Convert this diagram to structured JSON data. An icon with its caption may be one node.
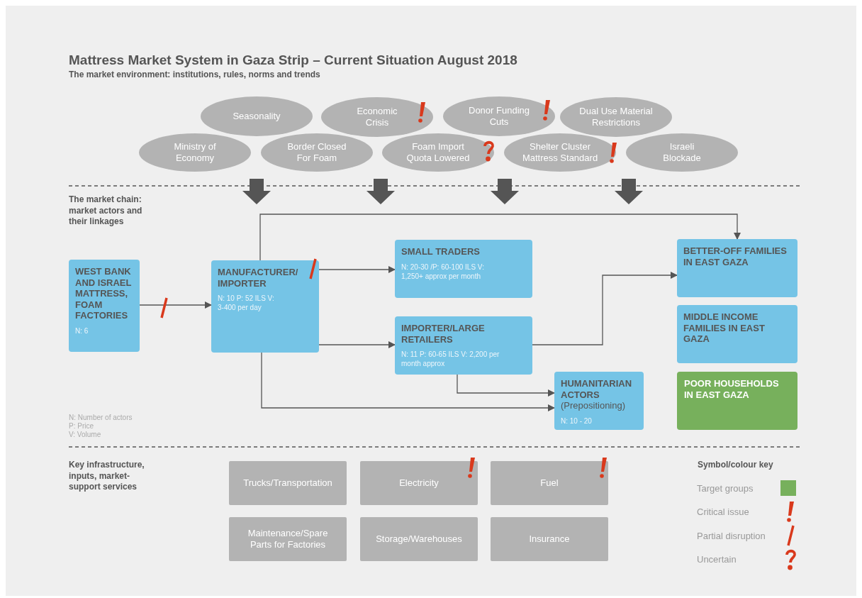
{
  "diagram": {
    "title": "Mattress Market System in Gaza Strip – Current Situation August 2018",
    "nodes": [
      {
        "text": [
          "Seasonality"
        ]
      },
      {
        "text": [
          "Economic Crisis"
        ]
      },
      {
        "text": [
          "Donor Funding Cuts"
        ]
      },
      {
        "text": [
          "Dual Use Material Restrictions"
        ]
      },
      {
        "text": [
          "Ministry of Economy"
        ]
      },
      {
        "text": [
          "Border Closed For Foam"
        ]
      },
      {
        "text": [
          "Foam Import Quota Lowered"
        ]
      },
      {
        "text": [
          "Shelter Cluster Mattress Standard"
        ]
      },
      {
        "text": [
          "Israeli Blockade"
        ]
      },
      {
        "text": [
          "WEST BANK AND ISRAEL MATTRESS, FOAM FACTORIES",
          "N: 6"
        ]
      },
      {
        "text": [
          "MANUFACTURER/ IMPORTER",
          "N: 10 P: 52 ILS V: 3-400 per day"
        ]
      },
      {
        "text": [
          "SMALL TRADERS",
          "N: 20-30 /P: 60-100 ILS V: 1,250+ approx per month"
        ]
      },
      {
        "text": [
          "IMPORTER/LARGE RETAILERS",
          "N: 11 P: 60-65 ILS V: 2,200 per month approx"
        ]
      },
      {
        "text": [
          "HUMANITARIAN ACTORS",
          "(Prepositioning)",
          "N: 10 - 20"
        ]
      },
      {
        "text": [
          "BETTER-OFF FAMILIES IN EAST GAZA"
        ]
      },
      {
        "text": [
          "MIDDLE INCOME FAMILIES IN EAST GAZA"
        ]
      },
      {
        "text": [
          "POOR HOUSEHOLDS IN EAST GAZA"
        ]
      },
      {
        "text": [
          "Trucks/Transportation"
        ]
      },
      {
        "text": [
          "Electricity"
        ]
      },
      {
        "text": [
          "Fuel"
        ]
      },
      {
        "text": [
          "Maintenance/Spare Parts for Factories"
        ]
      },
      {
        "text": [
          "Storage/Warehouses"
        ]
      },
      {
        "text": [
          "Insurance"
        ]
      }
    ],
    "edges": [
      {
        "from": 9,
        "to": 10,
        "arrow": "to"
      },
      {
        "from": 10,
        "to": 11,
        "arrow": "to"
      },
      {
        "from": 10,
        "to": 12,
        "arrow": "to"
      },
      {
        "from": 10,
        "to": 14,
        "arrow": "to"
      },
      {
        "from": 10,
        "to": 13,
        "arrow": "to"
      },
      {
        "from": 12,
        "to": 14,
        "arrow": "to"
      },
      {
        "from": 12,
        "to": 13,
        "arrow": "to"
      },
      {
        "from": 5,
        "to": null,
        "arrow": "to"
      },
      {
        "from": 6,
        "to": null,
        "arrow": "to"
      },
      {
        "from": 7,
        "to": null,
        "arrow": "to"
      },
      {
        "from": 8,
        "to": null,
        "arrow": "to"
      }
    ],
    "labels": [
      "The market environment: institutions, rules, norms and trends",
      "The market chain: market actors and their linkages",
      "N: Number of actors",
      "P: Price",
      "V: Volume",
      "Key infrastructure, inputs, market-support services",
      "Symbol/colour key"
    ],
    "legend": [
      {
        "text": "Target groups",
        "color": "#77b05c"
      },
      {
        "text": "Critical issue"
      },
      {
        "text": "Partial disruption"
      },
      {
        "text": "Uncertain"
      }
    ]
  }
}
